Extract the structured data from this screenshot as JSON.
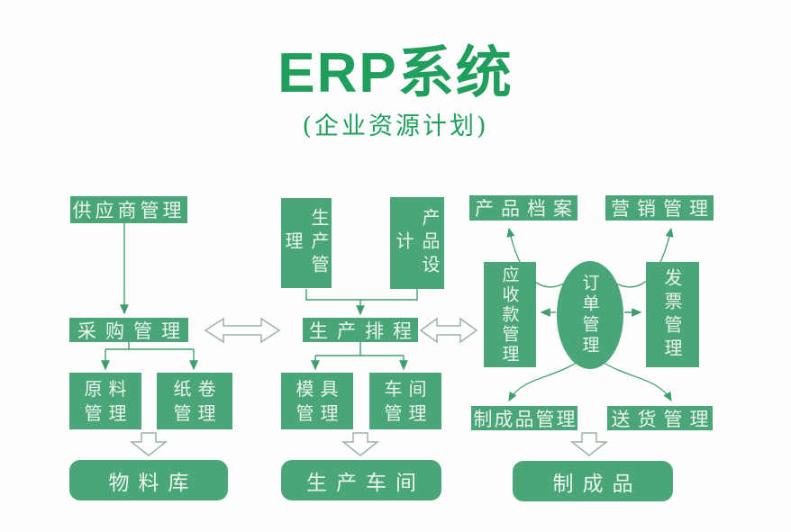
{
  "title": {
    "text": "ERP系统",
    "subtitle": "(企业资源计划)"
  },
  "colors": {
    "box_green": "#4aa578",
    "title_green": "#1f9e5c",
    "box_text": "#eaf5ec",
    "thin_arrow_green": "#3f9e6e",
    "hollow_arrow_outline": "#9bb2a4",
    "background": "#fefefe"
  },
  "nodes": {
    "supplier_mgmt": {
      "label": "供应商管理"
    },
    "purchasing_mgmt": {
      "label": "采购管理"
    },
    "raw_material_mgmt": {
      "label": "原料管理",
      "line1": "原料",
      "line2": "管理"
    },
    "paper_roll_mgmt": {
      "label": "纸卷管理",
      "line1": "纸卷",
      "line2": "管理"
    },
    "material_warehouse": {
      "label": "物料库"
    },
    "production_mgmt": {
      "label": "生产管理"
    },
    "product_design": {
      "label": "产品设计"
    },
    "production_scheduling": {
      "label": "生产排程"
    },
    "mold_mgmt": {
      "label": "模具管理",
      "line1": "模具",
      "line2": "管理"
    },
    "workshop_mgmt": {
      "label": "车间管理",
      "line1": "车间",
      "line2": "管理"
    },
    "production_workshop": {
      "label": "生产车间"
    },
    "product_archive": {
      "label": "产品档案"
    },
    "marketing_mgmt": {
      "label": "营销管理"
    },
    "receivables_mgmt": {
      "label": "应收款管理"
    },
    "order_mgmt": {
      "label": "订单管理"
    },
    "invoice_mgmt": {
      "label": "发票管理"
    },
    "finished_product_mgmt": {
      "label": "制成品管理"
    },
    "delivery_mgmt": {
      "label": "送货管理"
    },
    "finished_products": {
      "label": "制成品"
    }
  },
  "edges": [
    {
      "from": "supplier_mgmt",
      "to": "purchasing_mgmt",
      "type": "solid-arrow"
    },
    {
      "from": "purchasing_mgmt",
      "to": "raw_material_mgmt",
      "type": "solid-arrow"
    },
    {
      "from": "purchasing_mgmt",
      "to": "paper_roll_mgmt",
      "type": "solid-arrow"
    },
    {
      "from": "raw_material_mgmt,paper_roll_mgmt",
      "to": "material_warehouse",
      "type": "hollow-down-arrow"
    },
    {
      "from": "purchasing_mgmt",
      "to": "production_scheduling",
      "type": "hollow-double-arrow"
    },
    {
      "from": "production_mgmt",
      "to": "production_scheduling",
      "type": "solid-arrow"
    },
    {
      "from": "product_design",
      "to": "production_scheduling",
      "type": "solid-arrow"
    },
    {
      "from": "production_scheduling",
      "to": "mold_mgmt",
      "type": "solid-arrow"
    },
    {
      "from": "production_scheduling",
      "to": "workshop_mgmt",
      "type": "solid-arrow"
    },
    {
      "from": "mold_mgmt,workshop_mgmt",
      "to": "production_workshop",
      "type": "hollow-down-arrow"
    },
    {
      "from": "production_scheduling",
      "to": "receivables_mgmt",
      "type": "hollow-double-arrow"
    },
    {
      "from": "order_mgmt",
      "to": "product_archive",
      "type": "curved-arrow"
    },
    {
      "from": "order_mgmt",
      "to": "marketing_mgmt",
      "type": "curved-arrow"
    },
    {
      "from": "order_mgmt",
      "to": "receivables_mgmt",
      "type": "solid-arrow"
    },
    {
      "from": "order_mgmt",
      "to": "invoice_mgmt",
      "type": "solid-arrow"
    },
    {
      "from": "order_mgmt",
      "to": "finished_product_mgmt",
      "type": "curved-arrow"
    },
    {
      "from": "order_mgmt",
      "to": "delivery_mgmt",
      "type": "curved-arrow"
    },
    {
      "from": "finished_product_mgmt,delivery_mgmt",
      "to": "finished_products",
      "type": "hollow-down-arrow"
    }
  ]
}
